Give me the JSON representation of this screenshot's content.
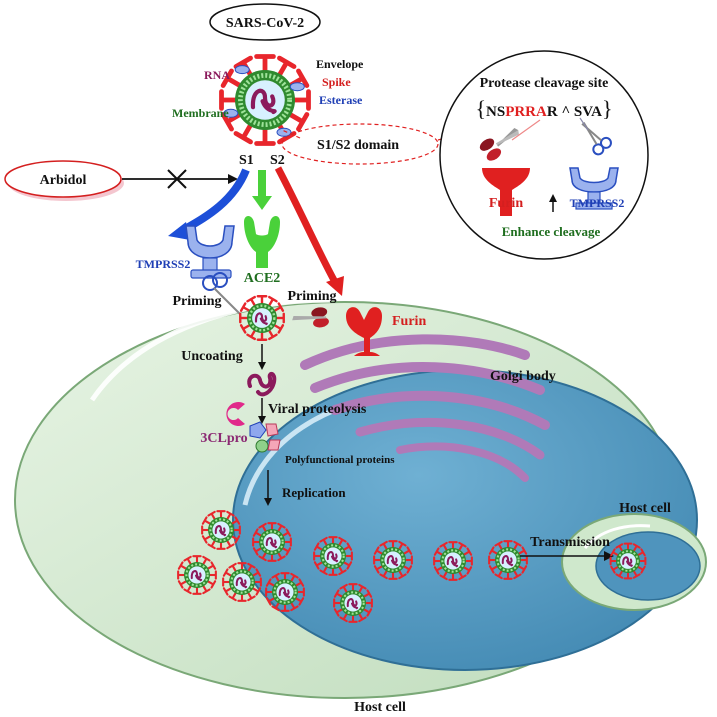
{
  "title": "SARS-CoV-2",
  "virus_labels": {
    "envelope": "Envelope",
    "rna": "RNA",
    "spike": "Spike",
    "membrane": "Membrane",
    "esterase": "Esterase",
    "s1": "S1",
    "s2": "S2"
  },
  "s1s2_domain": "S1/S2 domain",
  "drug": "Arbidol",
  "inset": {
    "title": "Protease cleavage site",
    "seq_prefix": "NS",
    "seq_highlight": "PRRA",
    "seq_suffix": "R ^ SVA",
    "furin": "Furin",
    "tmprss2": "TMPRSS2",
    "enhance": "Enhance cleavage"
  },
  "entry": {
    "tmprss2": "TMPRSS2",
    "ace2": "ACE2",
    "priming_left": "Priming",
    "priming_right": "Priming",
    "furin": "Furin"
  },
  "steps": {
    "uncoating": "Uncoating",
    "proteolysis": "Viral proteolysis",
    "protease": "3CLpro",
    "proteins": "Polyfunctional proteins",
    "replication": "Replication",
    "transmission": "Transmission"
  },
  "organelles": {
    "golgi": "Golgi body"
  },
  "cells": {
    "host_main": "Host cell",
    "host_small": "Host cell"
  },
  "colors": {
    "spike": "#e8262c",
    "rna": "#8b1a5c",
    "membrane_green": "#2f8a2f",
    "s1_arrow": "#1d4fd8",
    "ace2_green": "#4ad13a",
    "furin_red": "#e02020",
    "cell_fill": "#cfe8cc",
    "nucleus_fill": "#5b9ec4",
    "golgi": "#b07ab8",
    "tmprss2_blue": "#6f8fe0",
    "label_blue": "#1f3fb5",
    "label_red": "#d41f1f",
    "label_green": "#1f6e1f",
    "label_purple": "#8b2a73"
  }
}
